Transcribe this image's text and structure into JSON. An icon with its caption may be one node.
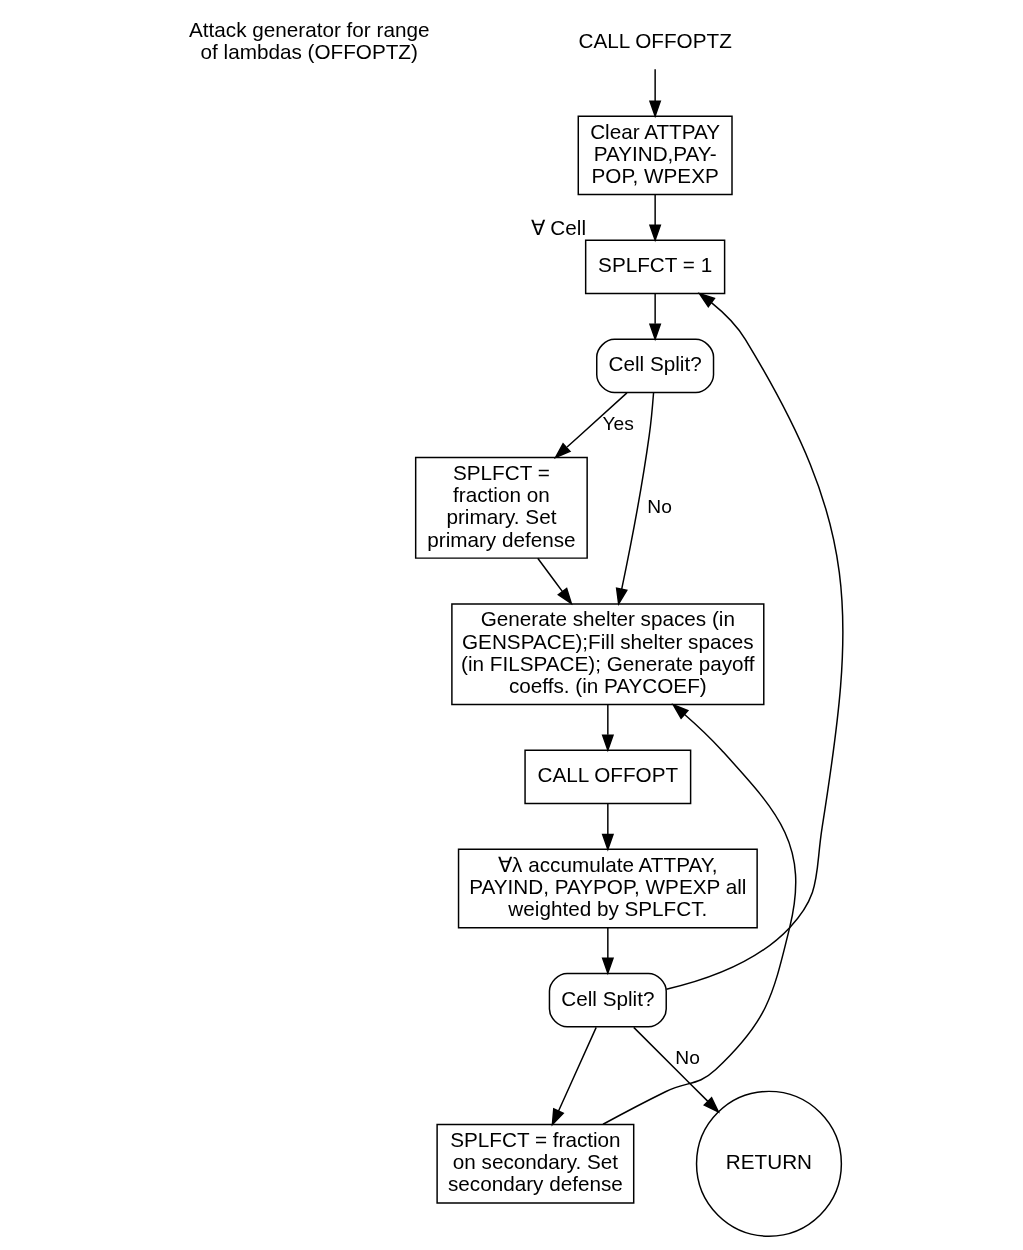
{
  "diagram": {
    "nodes": [
      {
        "text": [
          "CALL OFFOPTZ"
        ]
      },
      {
        "text": [
          "Clear ATTPAY PAYIND,PAY- POP, WPEXP"
        ]
      },
      {
        "text": [
          "SPLFCT = 1"
        ],
        "beside": [
          "∀ Cell"
        ]
      },
      {
        "text": [
          "Cell Split?"
        ]
      },
      {
        "text": [
          "SPLFCT = fraction on primary. Set primary defense"
        ]
      },
      {
        "text": [
          "Generate shelter spaces (in GENSPACE);Fill shelter spaces (in FILSPACE); Generate payoff coeffs. (in PAYCOEF)"
        ]
      },
      {
        "text": [
          "CALL OFFOPT"
        ]
      },
      {
        "text": [
          "∀λ accumulate ATTPAY, PAYIND, PAYPOP, WPEXP all weighted by SPLFCT."
        ]
      },
      {
        "text": [
          "Cell Split?"
        ]
      },
      {
        "text": [
          "SPLFCT = fraction on secondary. Set secondary defense"
        ]
      },
      {
        "text": [
          "RETURN"
        ]
      }
    ],
    "edges": [
      {
        "from": 0,
        "to": 1,
        "arrow": "to"
      },
      {
        "from": 1,
        "to": 2,
        "arrow": "to"
      },
      {
        "from": 2,
        "to": 3,
        "arrow": "to"
      },
      {
        "from": 3,
        "to": 4,
        "arrow": "to",
        "label": "Yes"
      },
      {
        "from": 3,
        "to": 5,
        "arrow": "to",
        "label": "No"
      },
      {
        "from": 4,
        "to": 5,
        "arrow": "to"
      },
      {
        "from": 5,
        "to": 6,
        "arrow": "to"
      },
      {
        "from": 6,
        "to": 7,
        "arrow": "to"
      },
      {
        "from": 7,
        "to": 8,
        "arrow": "to"
      },
      {
        "from": 8,
        "to": 9,
        "arrow": "to"
      },
      {
        "from": 8,
        "to": 10,
        "arrow": "to",
        "label": "No"
      },
      {
        "from": 8,
        "to": 2,
        "arrow": "to"
      },
      {
        "from": 9,
        "to": 5,
        "arrow": "to"
      }
    ],
    "labels": [
      "Attack generator for range of lambdas (OFFOPTZ)"
    ]
  }
}
